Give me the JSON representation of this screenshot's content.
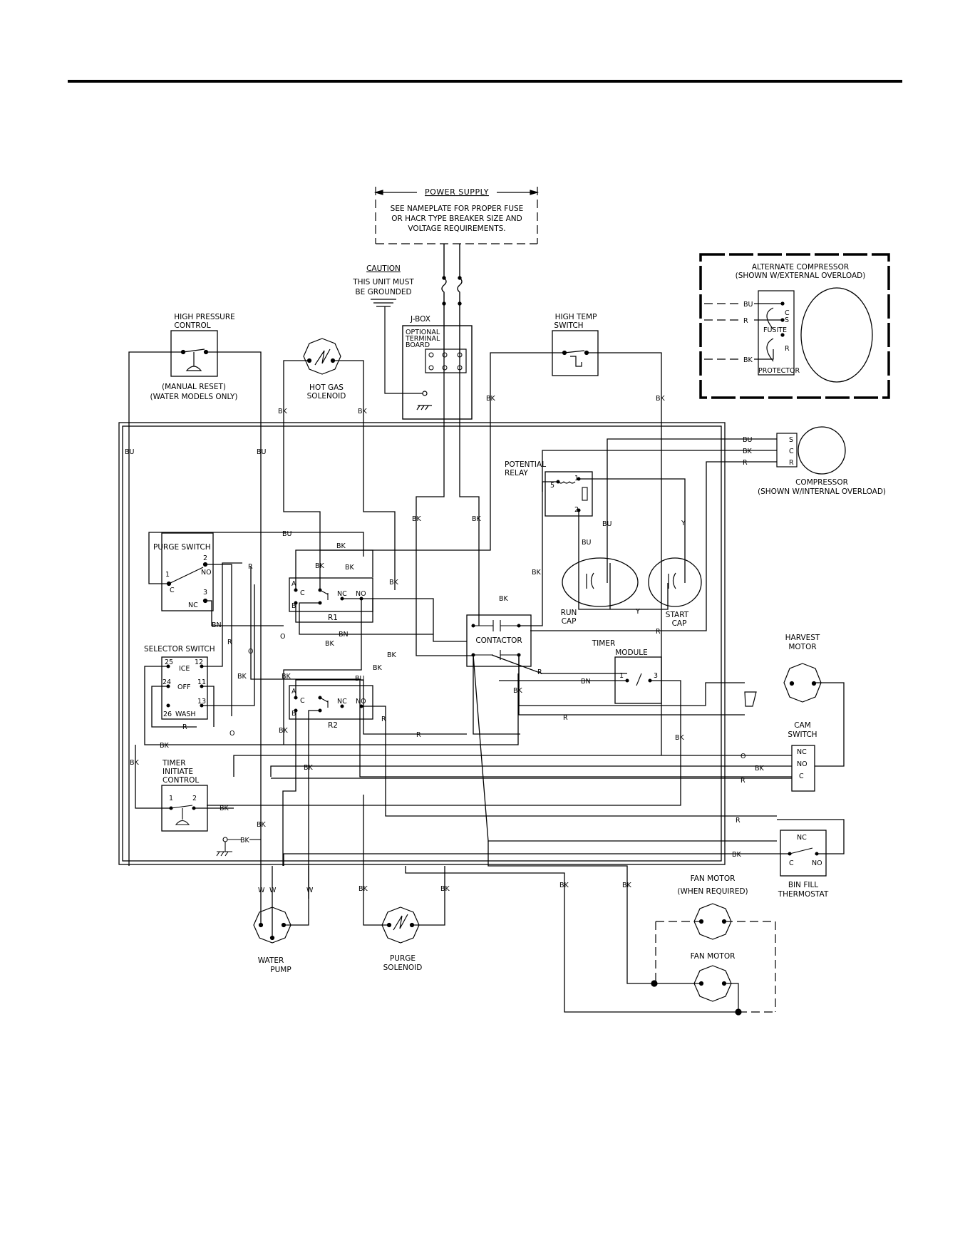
{
  "power_supply": {
    "title": "POWER SUPPLY",
    "note": [
      "SEE NAMEPLATE FOR PROPER FUSE",
      "OR HACR TYPE BREAKER SIZE AND",
      "VOLTAGE REQUIREMENTS."
    ]
  },
  "caution": {
    "title": "CAUTION",
    "lines": [
      "THIS UNIT MUST",
      "BE GROUNDED"
    ]
  },
  "jbox": {
    "title": "J-BOX",
    "board": [
      "OPTIONAL",
      "TERMINAL",
      "BOARD"
    ]
  },
  "components": {
    "high_pressure": [
      "HIGH PRESSURE",
      "CONTROL"
    ],
    "high_pressure_note": [
      "(MANUAL RESET)",
      "(WATER MODELS ONLY)"
    ],
    "hot_gas": [
      "HOT GAS",
      "SOLENOID"
    ],
    "high_temp": [
      "HIGH TEMP",
      "SWITCH"
    ],
    "alt_compressor": [
      "ALTERNATE COMPRESSOR",
      "(SHOWN W/EXTERNAL OVERLOAD)"
    ],
    "fuse": "FUSITE",
    "protector": "PROTECTOR",
    "compressor": [
      "COMPRESSOR",
      "(SHOWN W/INTERNAL OVERLOAD)"
    ],
    "potential_relay": [
      "POTENTIAL",
      "RELAY"
    ],
    "purge_switch": "PURGE SWITCH",
    "selector_switch": "SELECTOR SWITCH",
    "contactor": "CONTACTOR",
    "run_cap": [
      "RUN",
      "CAP"
    ],
    "start_cap": [
      "START",
      "CAP"
    ],
    "timer_module": [
      "TIMER",
      "MODULE"
    ],
    "harvest_motor": [
      "HARVEST",
      "MOTOR"
    ],
    "cam_switch": [
      "CAM",
      "SWITCH"
    ],
    "timer_initiate": [
      "TIMER",
      "INITIATE",
      "CONTROL"
    ],
    "bin_fill": [
      "BIN FILL",
      "THERMOSTAT"
    ],
    "fan_motor_req": [
      "FAN MOTOR",
      "(WHEN REQUIRED)"
    ],
    "fan_motor": "FAN MOTOR",
    "water_pump": [
      "WATER",
      "PUMP"
    ],
    "purge_solenoid": [
      "PURGE",
      "SOLENOID"
    ],
    "r1": "R1",
    "r2": "R2"
  },
  "selector": {
    "ice": "ICE",
    "off": "OFF",
    "wash": "WASH",
    "pins": [
      "25",
      "12",
      "24",
      "11",
      "13",
      "26"
    ]
  },
  "purge_pins": {
    "c": "C",
    "no": "NO",
    "nc": "NC",
    "p1": "1",
    "p2": "2",
    "p3": "3"
  },
  "relay_pins": {
    "a": "A",
    "c": "C",
    "b": "B",
    "nc": "NC",
    "no": "NO"
  },
  "pot_relay_pins": [
    "5",
    "1",
    "2"
  ],
  "timer_pins": [
    "1",
    "3"
  ],
  "tic_pins": [
    "1",
    "2"
  ],
  "cam_pins": [
    "NC",
    "NO",
    "C"
  ],
  "bin_pins": [
    "NC",
    "C",
    "NO"
  ],
  "comp_pins": [
    "S",
    "C",
    "R"
  ],
  "alt_pins": [
    "C",
    "S",
    "R"
  ],
  "wire_colors": {
    "bu": "BU",
    "bk": "BK",
    "r": "R",
    "bn": "BN",
    "y": "Y",
    "o": "O",
    "w": "W"
  }
}
